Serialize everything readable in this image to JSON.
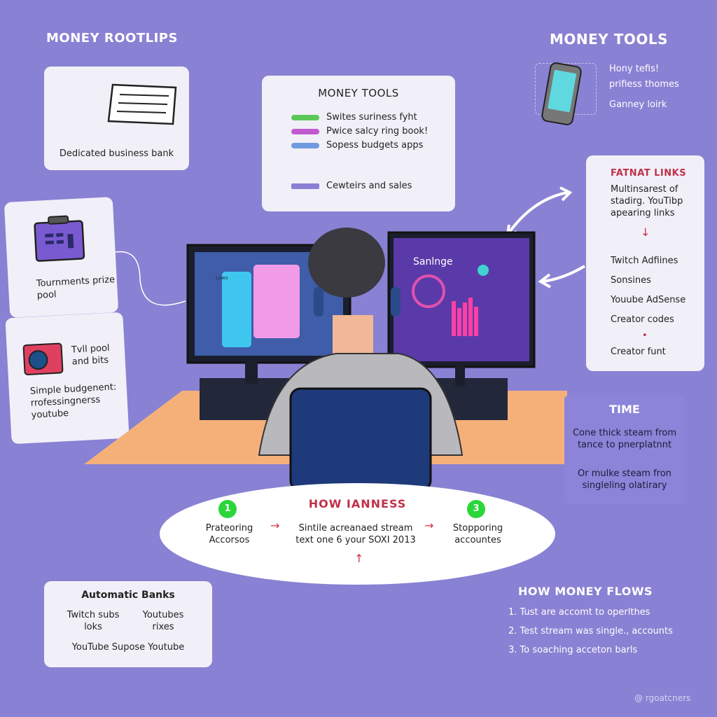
{
  "top_left_title": "MONEY ROOTLIPS",
  "bank_card": {
    "label": "Dedicated business bank"
  },
  "tools_card": {
    "title": "MONEY TOOLS",
    "items": [
      {
        "label": "Swites suriness fyht",
        "color": "#5cc85a"
      },
      {
        "label": "Pwice salcy ring book!",
        "color": "#c05ad0"
      },
      {
        "label": "Sopess budgets apps",
        "color": "#6f9ae0"
      }
    ],
    "footer": "Cewteirs and sales"
  },
  "top_right": {
    "title": "MONEY TOOLS",
    "items": [
      "Hony tefis!",
      "prifiess thomes",
      "Ganney loirk"
    ]
  },
  "links_card": {
    "title": "FATNAT LINKS",
    "intro": "Multinsarest of stadirg. YouTibp apearing links",
    "items": [
      "Twitch Adfiines",
      "Sonsines",
      "Youube AdSense",
      "Creator codes",
      "Creator funt"
    ]
  },
  "tournament_card": {
    "label": "Tournments prize pool"
  },
  "camera_card": {
    "side": "Tvll pool and bits",
    "label": "Simple budgenent: rrofessingnerss youtube"
  },
  "monitor": {
    "right_title": "Sanlnge",
    "left_tag": "Laws"
  },
  "flow": {
    "title": "HOW IANNESS",
    "steps": [
      {
        "num": "1",
        "label": "Prateoring Accorsos"
      },
      {
        "label": "Sintile acreanaed stream text one 6 your SOXI 2013"
      },
      {
        "num": "3",
        "label": "Stopporing accountes"
      }
    ]
  },
  "time": {
    "title": "TIME",
    "p1": "Cone thick steam from tance to pnerplatnnt",
    "p2": "Or mulke steam fron singleling olatirary"
  },
  "auto_banks": {
    "title": "Automatic Banks",
    "c1": "Twitch subs loks",
    "c2": "Youtubes rixes",
    "footer": "YouTube Supose Youtube"
  },
  "money_flows": {
    "title": "HOW MONEY FLOWS",
    "items": [
      "1. Tust are accomt to operlthes",
      "2. Test stream was single., accounts",
      "3. To soaching acceton barls"
    ]
  },
  "watermark": "@ rgoatcners"
}
